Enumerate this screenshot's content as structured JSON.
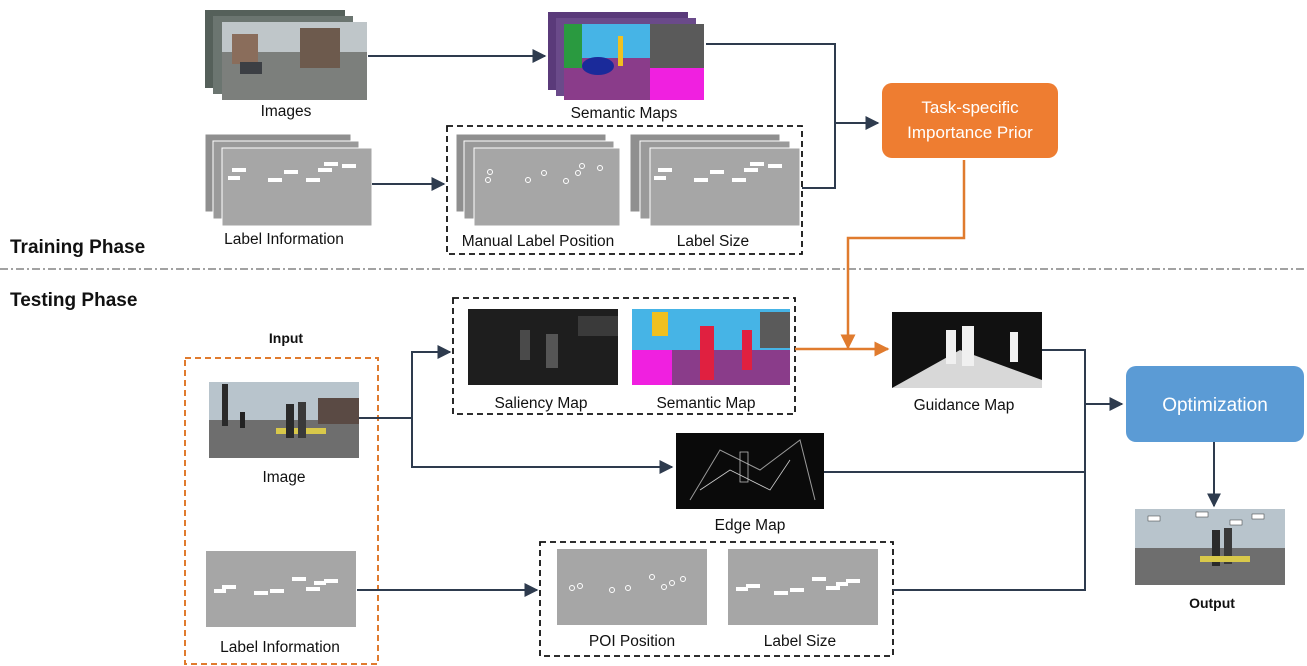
{
  "phases": {
    "training": "Training Phase",
    "testing": "Testing Phase"
  },
  "training": {
    "images_label": "Images",
    "semantic_maps_label": "Semantic Maps",
    "label_info_label": "Label Information",
    "manual_label_position_label": "Manual Label Position",
    "label_size_label": "Label Size",
    "prior_box_line1": "Task-specific",
    "prior_box_line2": "Importance Prior"
  },
  "testing": {
    "input_heading": "Input",
    "image_label": "Image",
    "label_info_label": "Label Information",
    "saliency_map_label": "Saliency Map",
    "semantic_map_label": "Semantic Map",
    "edge_map_label": "Edge Map",
    "guidance_map_label": "Guidance Map",
    "poi_position_label": "POI Position",
    "label_size_label": "Label Size",
    "optimization_label": "Optimization",
    "output_heading": "Output"
  },
  "colors": {
    "prior_box": "#ee7d31",
    "optimization_box": "#5b9bd5",
    "input_border": "#e07b2e",
    "arrow": "#2e3b4e",
    "label_panel": "#a6a6a6"
  }
}
